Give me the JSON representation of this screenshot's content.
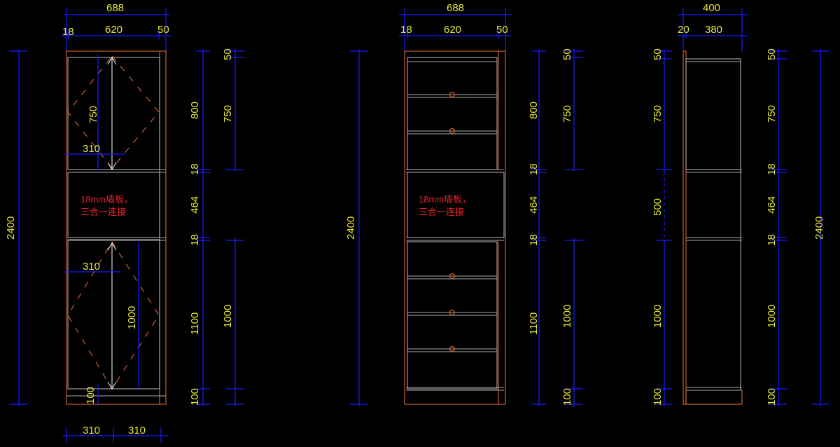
{
  "drawing": {
    "colors": {
      "background": "#000000",
      "dimension_text": "#e8e832",
      "dimension_line": "#1a1aff",
      "cabinet_outline": "#c8622a",
      "shelf_line": "#a8a8a8",
      "note_text": "#e8202a"
    },
    "view_front": {
      "total_width": "688",
      "sub_widths": [
        "18",
        "620",
        "50"
      ],
      "total_height": "2400",
      "left_h": [
        "750",
        "310",
        "310",
        "1000",
        "100"
      ],
      "right_h1": [
        "800",
        "18",
        "464",
        "18",
        "1100",
        "100"
      ],
      "right_h2": [
        "50",
        "750",
        "1000"
      ],
      "bottom_widths": [
        "310",
        "310"
      ],
      "note": [
        "18mm墙板，",
        "三合一连接"
      ]
    },
    "view_inner": {
      "total_width": "688",
      "sub_widths": [
        "18",
        "620",
        "50"
      ],
      "total_height": "2400",
      "right_h1": [
        "800",
        "18",
        "464",
        "18",
        "1100"
      ],
      "right_h2": [
        "50",
        "750",
        "1000",
        "100"
      ],
      "note": [
        "18mm墙板，",
        "三合一连接"
      ]
    },
    "view_side": {
      "total_width": "400",
      "sub_widths": [
        "20",
        "380"
      ],
      "left_h": [
        "50",
        "750",
        "500",
        "1000",
        "100"
      ],
      "right_h": [
        "50",
        "750",
        "18",
        "464",
        "18",
        "1000",
        "100"
      ],
      "total_height": "2400"
    }
  }
}
